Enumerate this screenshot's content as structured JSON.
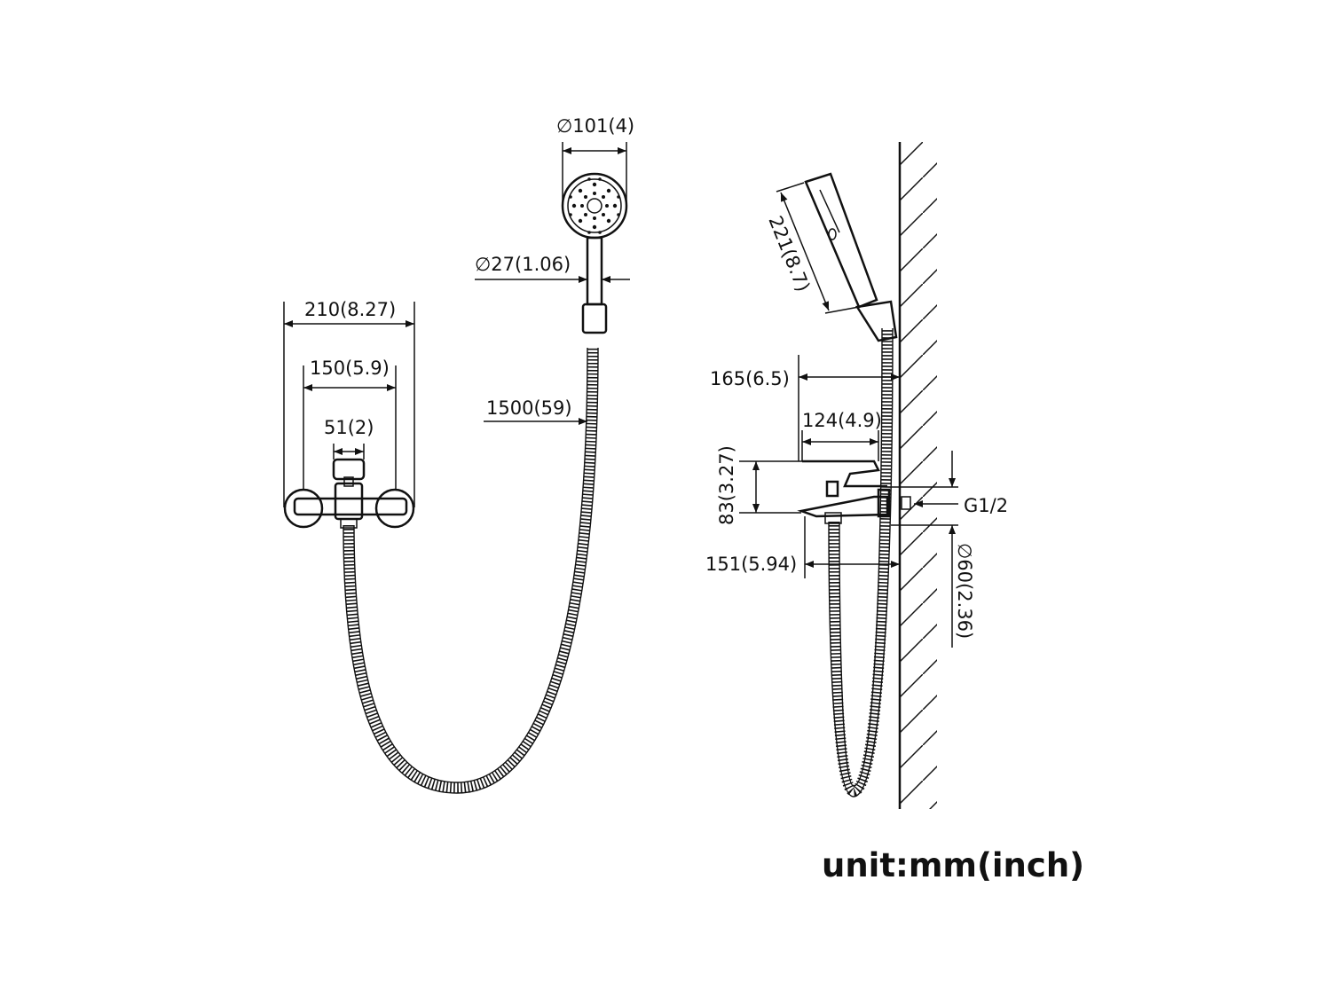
{
  "front_view": {
    "dim_total_width": "210(8.27)",
    "dim_center_distance": "150(5.9)",
    "dim_body_width": "51(2)",
    "dim_hose_length": "1500(59)",
    "dim_head_diameter": "∅101(4)",
    "dim_handle_diameter": "∅27(1.06)"
  },
  "side_view": {
    "dim_handshower_length": "221(8.7)",
    "dim_wall_to_head": "165(6.5)",
    "dim_lever_depth": "124(4.9)",
    "dim_height": "83(3.27)",
    "dim_connection": "G1/2",
    "dim_spout_projection": "151(5.94)",
    "dim_flange_diameter": "∅60(2.36)"
  },
  "unit_label": "unit:mm(inch)"
}
